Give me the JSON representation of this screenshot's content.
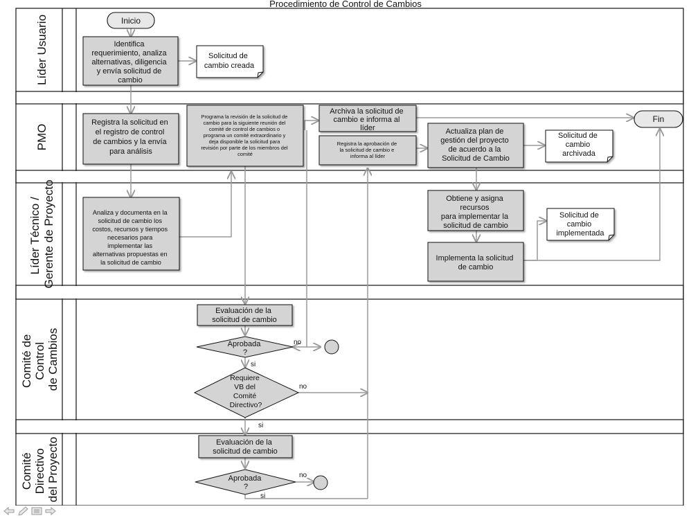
{
  "title": "Procedimiento de Control de Cambios",
  "lanes": [
    {
      "id": "lider-usuario",
      "label_lines": [
        "Líder Usuario"
      ]
    },
    {
      "id": "pmo",
      "label_lines": [
        "PMO"
      ]
    },
    {
      "id": "lider-tecnico",
      "label_lines": [
        "Líder Técnico /",
        "Gerente de Proyecto"
      ]
    },
    {
      "id": "comite-control",
      "label_lines": [
        "Comité de",
        "Control",
        "de Cambios"
      ]
    },
    {
      "id": "comite-directivo",
      "label_lines": [
        "Comité",
        "Directivo",
        "del Proyecto"
      ]
    }
  ],
  "nodes": {
    "inicio": {
      "lines": [
        "Inicio"
      ]
    },
    "fin": {
      "lines": [
        "Fin"
      ]
    },
    "identifica": {
      "lines": [
        "Identifica",
        "requerimiento, analiza",
        "alternativas, diligencia",
        "y envía solicitud de",
        "cambio"
      ]
    },
    "solicitud_creada": {
      "lines": [
        "Solicitud de",
        "cambio creada"
      ]
    },
    "registra": {
      "lines": [
        "Registra la solicitud en",
        "el registro de control",
        "de cambios y la envía",
        "para análisis"
      ]
    },
    "programa": {
      "lines": [
        "Programa la revisión de la solicitud de",
        "cambio para la siguiente  reunión del",
        "comité de control de cambios o",
        "programa un comité extraordinario y",
        "deja disponible la solicitud para",
        "revisión por parte de los miembros del",
        "comité"
      ]
    },
    "archiva": {
      "lines": [
        "Archiva la solicitud de",
        "cambio e informa al",
        "líder"
      ]
    },
    "registra_aprobacion": {
      "lines": [
        "Registra la aprobación de",
        "la solicitud de cambio e",
        "informa al líder"
      ]
    },
    "actualiza": {
      "lines": [
        "Actualiza plan de",
        "gestión del proyecto",
        "de acuerdo a la",
        "Solicitud de Cambio"
      ]
    },
    "solicitud_archivada": {
      "lines": [
        "Solicitud de",
        "cambio",
        "archivada"
      ]
    },
    "analiza": {
      "lines": [
        "Analiza y documenta en la",
        "solicitud de cambio los",
        "costos, recursos y tiempos",
        "necesarios para",
        "implementar las",
        "alternativas propuestas en",
        "la solicitud de cambio"
      ]
    },
    "obtiene": {
      "lines": [
        "Obtiene y asigna",
        "recursos",
        "para implementar la",
        "solicitud de cambio"
      ]
    },
    "solicitud_implementada": {
      "lines": [
        "Solicitud de",
        "cambio",
        "implementada"
      ]
    },
    "implementa": {
      "lines": [
        "Implementa la solicitud",
        "de cambio"
      ]
    },
    "evaluacion1": {
      "lines": [
        "Evaluación de la",
        "solicitud de cambio"
      ]
    },
    "aprobada1": {
      "lines": [
        "Aprobada",
        "?"
      ]
    },
    "requiere": {
      "lines": [
        "Requiere",
        "VB del",
        "Comité",
        "Directivo?"
      ]
    },
    "evaluacion2": {
      "lines": [
        "Evaluación de la",
        "solicitud de cambio"
      ]
    },
    "aprobada2": {
      "lines": [
        "Aprobada",
        "?"
      ]
    }
  },
  "edge_labels": {
    "no1": "no",
    "si1": "si",
    "no2": "no",
    "si2": "si",
    "no3": "no",
    "si3": "si"
  },
  "colors": {
    "box_fill": "#d4d4d4",
    "stroke": "#111111",
    "arrow": "#9a9a9a"
  }
}
